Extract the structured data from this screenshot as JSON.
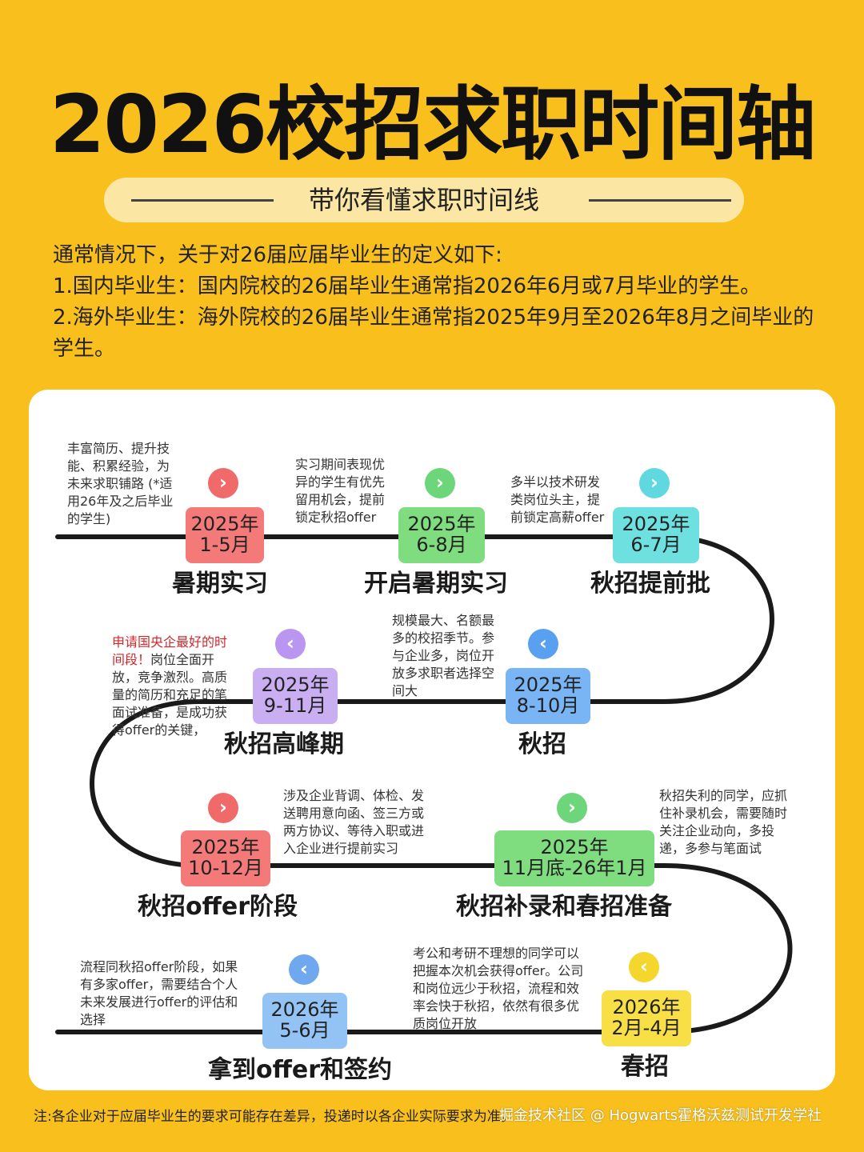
{
  "header": {
    "title": "2026校招求职时间轴",
    "subtitle": "带你看懂求职时间线"
  },
  "intro": {
    "lines": [
      "通常情况下，关于对26届应届毕业生的定义如下:",
      "1.国内毕业生：国内院校的26届毕业生通常指2026年6月或7月毕业的学生。",
      "2.海外毕业生：海外院校的26届毕业生通常指2025年9月至2026年8月之间毕业的",
      "学生。"
    ]
  },
  "timeline": {
    "stages": [
      {
        "year": "2025年",
        "months": "1-5月",
        "label": "暑期实习",
        "arrow": "›",
        "color": "#f47a7a",
        "arrow_color": "#f06a6a",
        "desc": [
          "丰富简历、提升技",
          "能、积累经验，为",
          "未来求职铺路 (*适",
          "用26年及之后毕业",
          "的学生)"
        ]
      },
      {
        "year": "2025年",
        "months": "6-8月",
        "label": "开启暑期实习",
        "arrow": "›",
        "color": "#7fdd80",
        "arrow_color": "#6dd57a",
        "desc": [
          "实习期间表现优",
          "异的学生有优先",
          "留用机会，提前",
          "锁定秋招offer"
        ]
      },
      {
        "year": "2025年",
        "months": "6-7月",
        "label": "秋招提前批",
        "arrow": "›",
        "color": "#6fe0e0",
        "arrow_color": "#5fd9df",
        "desc": [
          "多半以技术研发",
          "类岗位头主，提",
          "前锁定高薪offer"
        ]
      },
      {
        "year": "2025年",
        "months": "8-10月",
        "label": "秋招",
        "arrow": "‹",
        "color": "#79b4f5",
        "arrow_color": "#5aa0f0",
        "desc": [
          "规模最大、名额最",
          "多的校招季节。参",
          "与企业多，岗位开",
          "放多求职者选择空",
          "间大"
        ]
      },
      {
        "year": "2025年",
        "months": "9-11月",
        "label": "秋招高峰期",
        "arrow": "‹",
        "color": "#c9aef2",
        "arrow_color": "#b996ef",
        "desc_red": [
          "申请国央企最好的时",
          "间段！"
        ],
        "desc": [
          "岗位全面开",
          "放，竞争激烈。高质",
          "量的简历和充足的笔",
          "面试准备，是成功获",
          "得offer的关键，"
        ]
      },
      {
        "year": "2025年",
        "months": "10-12月",
        "label": "秋招offer阶段",
        "arrow": "›",
        "color": "#f47a7a",
        "arrow_color": "#f06a6a",
        "desc": [
          "涉及企业背调、体检、发",
          "送聘用意向函、签三方或",
          "两方协议、等待入职或进",
          "入企业进行提前实习"
        ]
      },
      {
        "year": "2025年",
        "months": "11月底-26年1月",
        "label": "秋招补录和春招准备",
        "arrow": "›",
        "color": "#7fdd80",
        "arrow_color": "#6dd57a",
        "desc": [
          "秋招失利的同学，应抓",
          "住补录机会，需要随时",
          "关注企业动向，多投",
          "递，多参与笔面试"
        ]
      },
      {
        "year": "2026年",
        "months": "2月-4月",
        "label": "春招",
        "arrow": "‹",
        "color": "#f8df45",
        "arrow_color": "#f5d62c",
        "desc": [
          "考公和考研不理想的同学可以",
          "把握本次机会获得offer。公司",
          "和岗位远少于秋招，流程和效",
          "率会快于秋招，依然有很多优",
          "质岗位开放"
        ]
      },
      {
        "year": "2026年",
        "months": "5-6月",
        "label": "拿到offer和签约",
        "arrow": "‹",
        "color": "#93c3f5",
        "arrow_color": "#6fa8ee",
        "desc": [
          "流程同秋招offer阶段，如果",
          "有多家offer，需要结合个人",
          "未来发展进行offer的评估和",
          "选择"
        ]
      }
    ]
  },
  "footer": {
    "note": "注:各企业对于应届毕业生的要求可能存在差异，投递时以各企业实际要求为准。",
    "watermark": "掘金技术社区 @ Hogwarts霍格沃兹测试开发学社"
  }
}
